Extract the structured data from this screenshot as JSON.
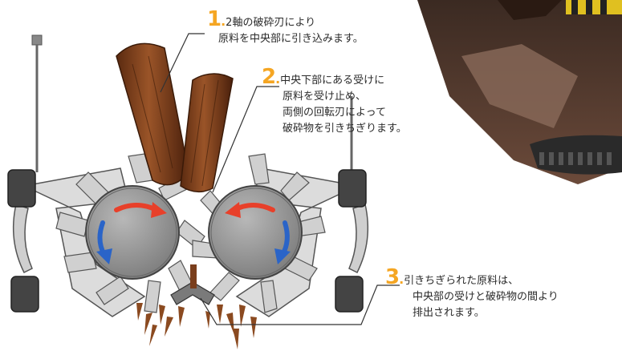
{
  "annotations": [
    {
      "number": "1",
      "lines": [
        "2軸の破砕刃により",
        "原料を中央部に引き込みます。"
      ]
    },
    {
      "number": "2",
      "lines": [
        "中央下部にある受けに",
        "原料を受け止め、",
        "両側の回転刃によって",
        "破砕物を引きちぎります。"
      ]
    },
    {
      "number": "3",
      "lines": [
        "引きちぎられた原料は、",
        "中央部の受けと破砕物の間より",
        "排出されます。"
      ]
    }
  ],
  "colors": {
    "accent_number": "#f5a623",
    "arrow_red": "#e8402a",
    "arrow_blue": "#2a64c8",
    "housing": "#d8d8d8",
    "rotor": "#9a9a9a",
    "wood": "#7a3e1c",
    "machine": "#5a3a2a"
  }
}
